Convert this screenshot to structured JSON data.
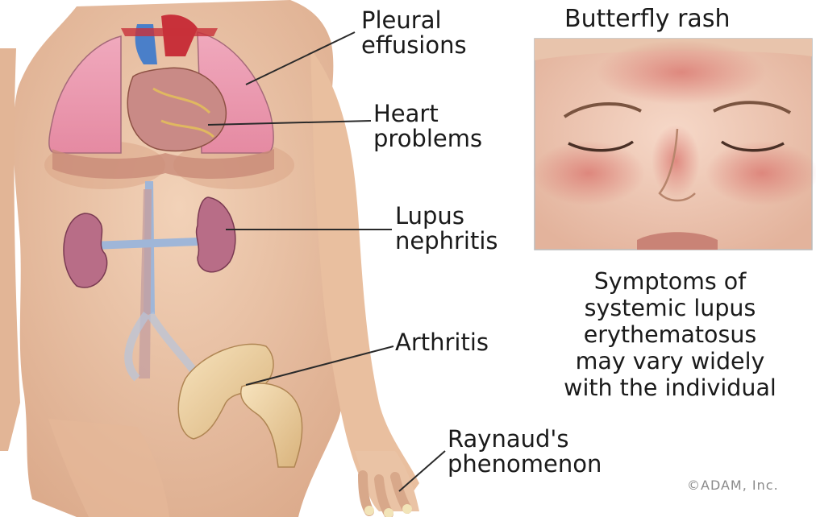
{
  "labels": {
    "pleural": [
      "Pleural",
      "effusions"
    ],
    "heart": [
      "Heart",
      "problems"
    ],
    "nephritis": [
      "Lupus",
      "nephritis"
    ],
    "arthritis": [
      "Arthritis"
    ],
    "raynaud": [
      "Raynaud's",
      "phenomenon"
    ]
  },
  "rash_title": "Butterfly rash",
  "summary_lines": [
    "Symptoms of",
    "systemic lupus",
    "erythematosus",
    "may vary widely",
    "with the individual"
  ],
  "copyright": "©ADAM, Inc."
}
